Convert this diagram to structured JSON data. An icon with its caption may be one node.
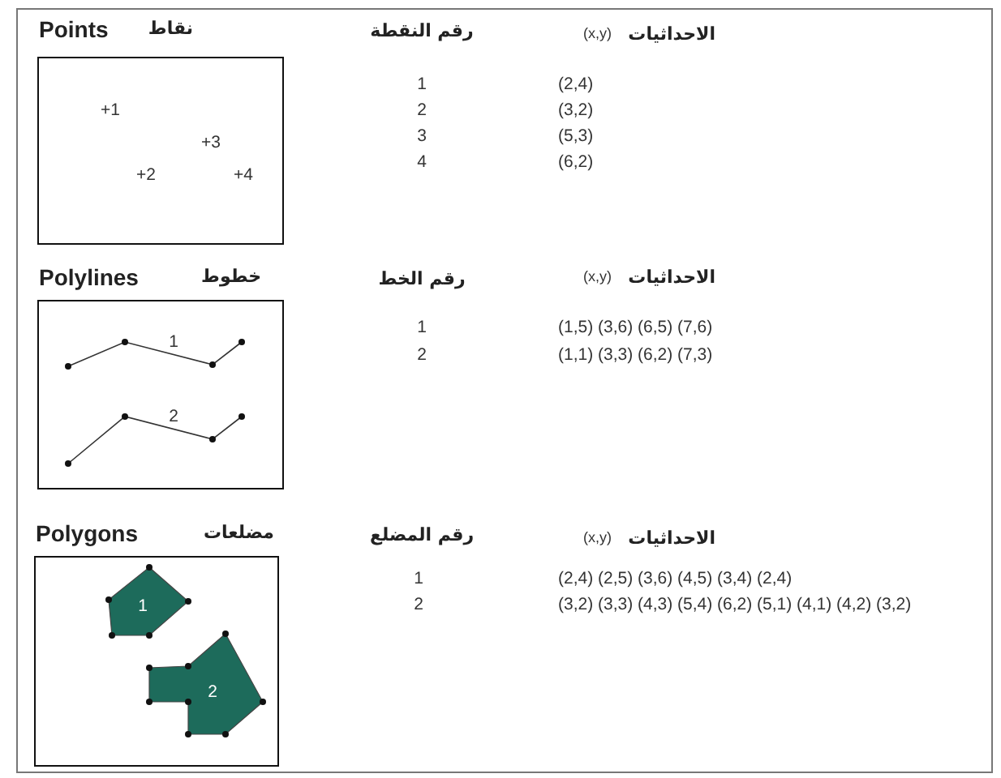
{
  "diagram": {
    "nodes": [
      {
        "text": [
          "نقاط",
          "Points"
        ]
      },
      {
        "text": [
          "خطوط",
          "Polylines"
        ]
      },
      {
        "text": [
          "مضلعات",
          "Polygons"
        ]
      }
    ],
    "labels": [
      "رقم النقطة",
      "الاحداثيات",
      "(x,y)",
      "+1",
      "+3",
      "+2",
      "+4",
      "1",
      "(2,4)",
      "2",
      "(3,2)",
      "3",
      "(5,3)",
      "4",
      "(6,2)",
      "رقم الخط",
      "الاحداثيات",
      "(x,y)",
      "1",
      "2",
      "1",
      "(1,5) (3,6) (6,5) (7,6)",
      "2",
      "(1,1) (3,3) (6,2) (7,3)",
      "رقم المضلع",
      "الاحداثيات",
      "(x,y)",
      "1",
      "2",
      "1",
      "(2,4) (2,5) (3,6) (4,5) (3,4) (2,4)",
      "2",
      "(3,2) (3,3) (4,3) (5,4) (6,2) (5,1) (4,1) (4,2) (3,2)"
    ]
  }
}
